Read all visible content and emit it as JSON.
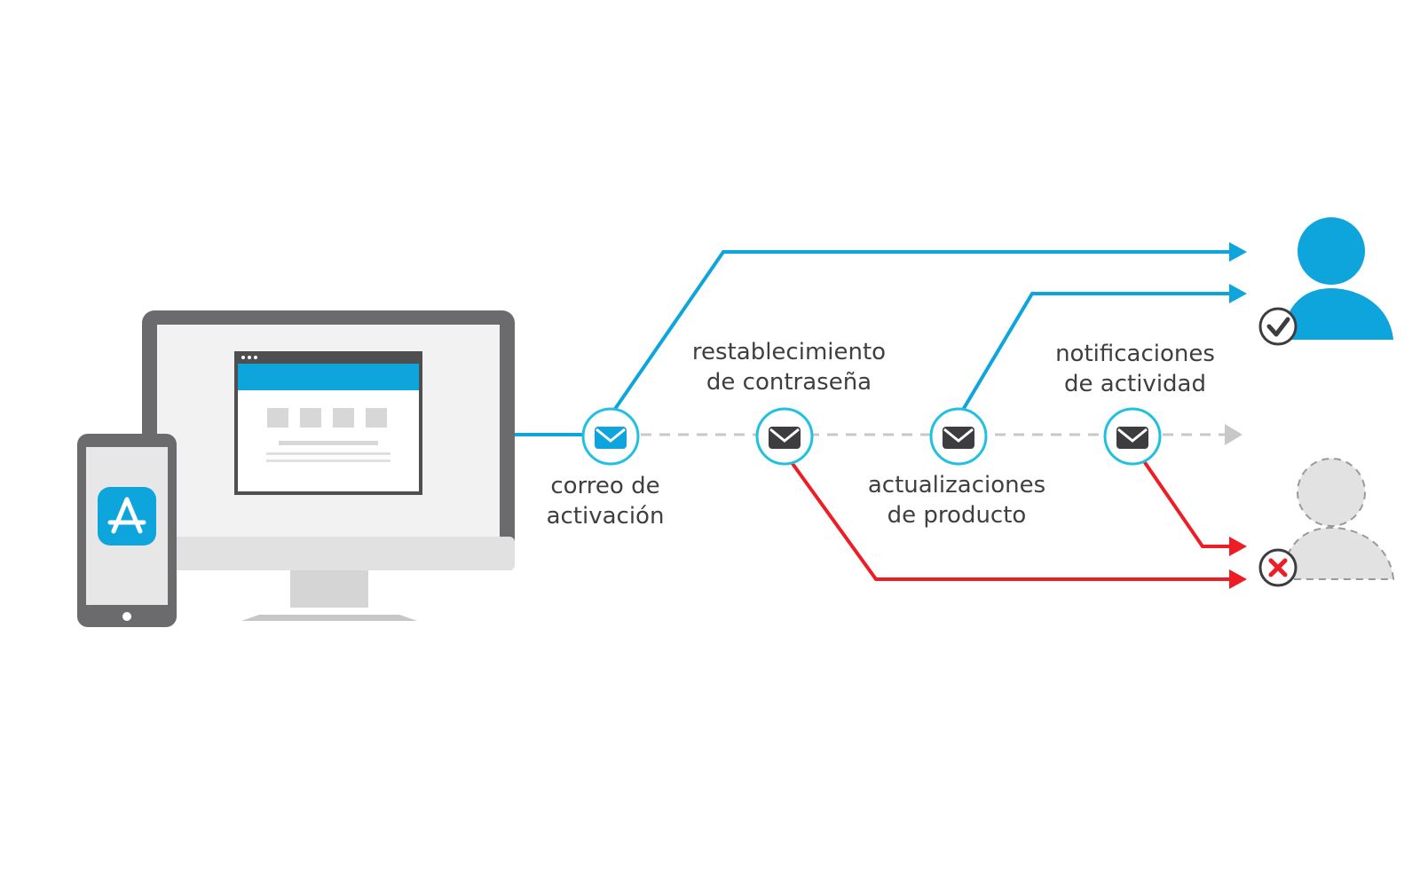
{
  "colors": {
    "delivered": "#0ea5dd",
    "bounced": "#ee1c25",
    "pending": "#c8c8c8",
    "device": "#6b6b6d",
    "screen": "#f2f2f3",
    "envelope_active": "#0ea5dd",
    "envelope_dark": "#3d3d3f"
  },
  "icons": {
    "desktop": "desktop-monitor-icon",
    "phone": "smartphone-icon",
    "app": "app-store-icon",
    "email": "envelope-icon",
    "user_ok": "user-verified-icon",
    "user_fail": "user-bounced-icon",
    "check": "check-badge-icon",
    "cross": "cross-badge-icon"
  },
  "emails": [
    {
      "label_line1": "correo de",
      "label_line2": "activación"
    },
    {
      "label_line1": "restablecimiento",
      "label_line2": "de contraseña"
    },
    {
      "label_line1": "actualizaciones",
      "label_line2": "de producto"
    },
    {
      "label_line1": "notificaciones",
      "label_line2": "de actividad"
    }
  ]
}
